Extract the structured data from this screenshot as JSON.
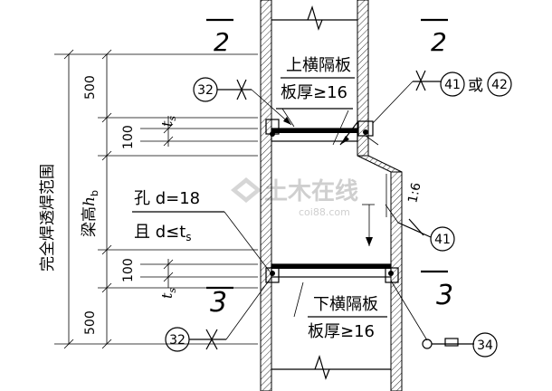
{
  "labels": {
    "full_penetration_range": "完全焊透焊范围",
    "beam_height": "梁高",
    "beam_height_var": "h",
    "beam_height_sub": "b",
    "upper_plate_l1": "上横隔板",
    "upper_plate_l2": "板厚≥16",
    "lower_plate_l1": "下横隔板",
    "lower_plate_l2": "板厚≥16",
    "hole_l1": "孔 d=18",
    "hole_l2": "且 d≤t",
    "hole_l2_sub": "s",
    "slope": "1:6",
    "or_text": "或",
    "ts_top": "t",
    "ts_top_sub": "s",
    "ts_bot": "t",
    "ts_bot_sub": "s"
  },
  "dimensions": {
    "top_500": "500",
    "top_100": "100",
    "bot_100": "100",
    "bot_500": "500"
  },
  "sections": {
    "top_left": "2",
    "top_right": "2",
    "bot_left": "3",
    "bot_right": "3"
  },
  "callouts": {
    "c32_top": "32",
    "c41_top": "41",
    "c42": "42",
    "c41_mid": "41",
    "c32_bot": "32",
    "c34": "34"
  },
  "watermark": {
    "main": "土木在线",
    "sub": "coi88.com"
  }
}
